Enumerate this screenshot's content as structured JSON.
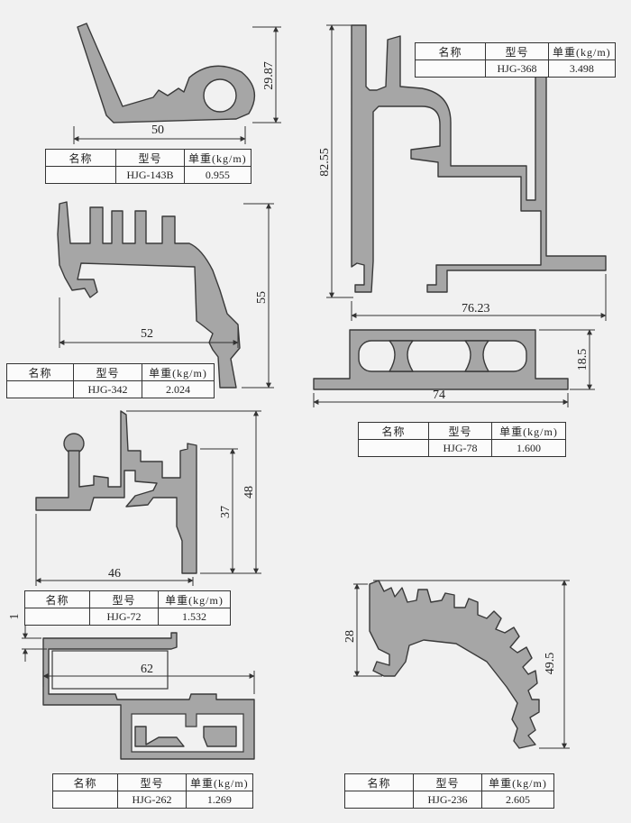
{
  "colors": {
    "profile_fill": "#a6a6a6",
    "profile_stroke": "#3a3a3a",
    "dim_line": "#333333",
    "background": "#f1f1f1"
  },
  "headers": {
    "name": "名称",
    "model": "型号",
    "weight": "单重(kg/m)"
  },
  "profiles": [
    {
      "id": "p143b",
      "model": "HJG-143B",
      "weight": "0.955",
      "dims": [
        "50",
        "29.87"
      ]
    },
    {
      "id": "p368",
      "model": "HJG-368",
      "weight": "3.498",
      "dims": [
        "82.55",
        "76.23"
      ]
    },
    {
      "id": "p342",
      "model": "HJG-342",
      "weight": "2.024",
      "dims": [
        "52",
        "55"
      ]
    },
    {
      "id": "p78",
      "model": "HJG-78",
      "weight": "1.600",
      "dims": [
        "18.5",
        "74"
      ]
    },
    {
      "id": "p72",
      "model": "HJG-72",
      "weight": "1.532",
      "dims": [
        "46",
        "37",
        "48"
      ]
    },
    {
      "id": "p262",
      "model": "HJG-262",
      "weight": "1.269",
      "dims": [
        "1",
        "62"
      ]
    },
    {
      "id": "p236",
      "model": "HJG-236",
      "weight": "2.605",
      "dims": [
        "28",
        "49.5"
      ]
    }
  ]
}
